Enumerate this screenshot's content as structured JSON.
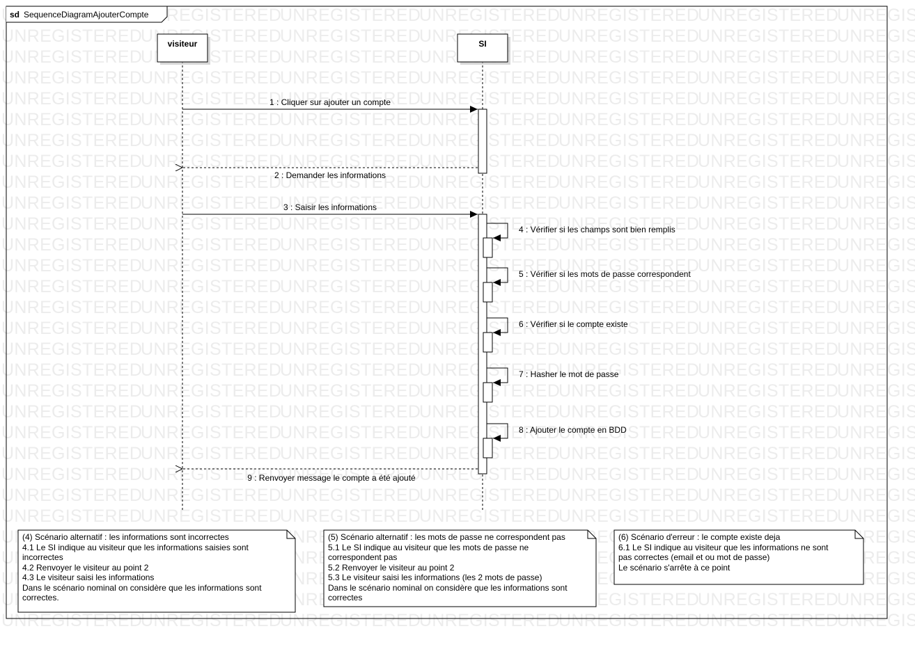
{
  "frame": {
    "keyword": "sd",
    "name": "SequenceDiagramAjouterCompte"
  },
  "watermark": "UNREGISTERED",
  "lifelines": [
    {
      "id": "visiteur",
      "label": "visiteur"
    },
    {
      "id": "si",
      "label": "SI"
    }
  ],
  "messages": [
    {
      "label": "1 : Cliquer sur ajouter un compte",
      "from": "visiteur",
      "to": "si",
      "kind": "sync"
    },
    {
      "label": "2 : Demander les informations",
      "from": "si",
      "to": "visiteur",
      "kind": "reply"
    },
    {
      "label": "3 : Saisir les informations",
      "from": "visiteur",
      "to": "si",
      "kind": "sync"
    },
    {
      "label": "4 : Vérifier si les champs sont bien remplis",
      "from": "si",
      "to": "si",
      "kind": "self"
    },
    {
      "label": "5 : Vérifier si les mots de passe correspondent",
      "from": "si",
      "to": "si",
      "kind": "self"
    },
    {
      "label": "6 : Vérifier si le compte existe",
      "from": "si",
      "to": "si",
      "kind": "self"
    },
    {
      "label": "7 : Hasher le mot de passe",
      "from": "si",
      "to": "si",
      "kind": "self"
    },
    {
      "label": "8 : Ajouter le compte en BDD",
      "from": "si",
      "to": "si",
      "kind": "self"
    },
    {
      "label": "9 : Renvoyer message le compte a été ajouté",
      "from": "si",
      "to": "visiteur",
      "kind": "reply"
    }
  ],
  "notes": [
    {
      "lines": [
        "(4) Scénario alternatif : les informations sont incorrectes",
        "4.1 Le SI indique au visiteur que les informations saisies sont",
        "incorrectes",
        "4.2 Renvoyer le visiteur au point 2",
        "4.3 Le visiteur saisi les informations",
        "Dans le scénario nominal on considère que les informations sont",
        "correctes."
      ]
    },
    {
      "lines": [
        "(5) Scénario alternatif : les mots de passe ne correspondent pas",
        "5.1 Le SI indique au visiteur que les mots de passe ne",
        "correspondent pas",
        "5.2 Renvoyer le visiteur au point 2",
        "5.3 Le visiteur saisi les informations (les 2 mots de passe)",
        "Dans le scénario nominal on considère que les informations sont",
        "correctes"
      ]
    },
    {
      "lines": [
        "(6) Scénario d'erreur : le compte existe deja",
        "6.1 Le SI indique au visiteur que les informations ne sont",
        "pas correctes (email et ou mot de passe)",
        "Le scénario s'arrête à ce point"
      ]
    }
  ]
}
